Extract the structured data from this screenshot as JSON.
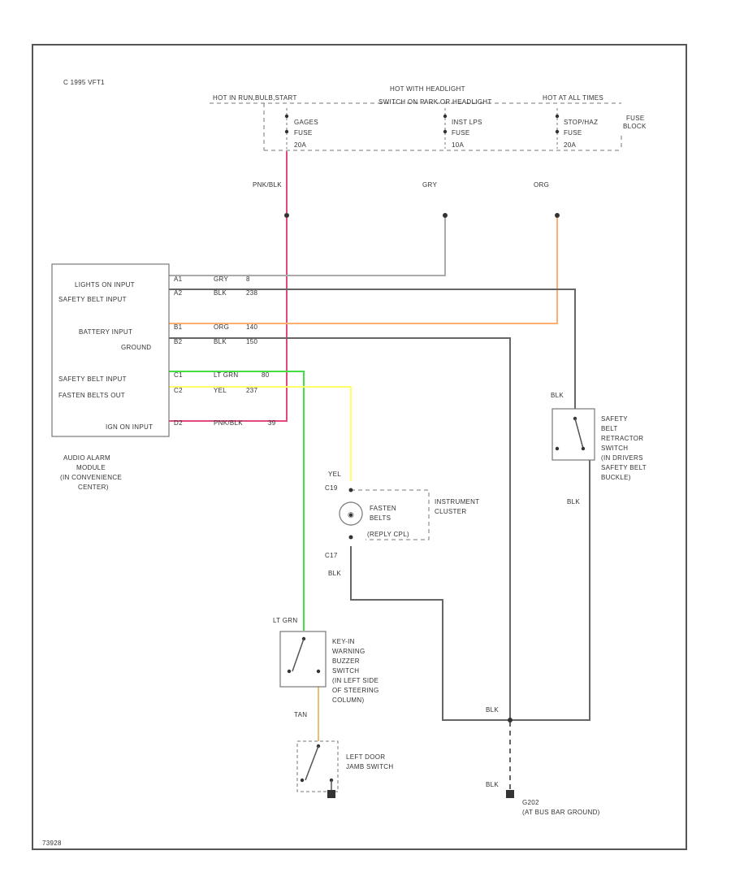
{
  "copyright": "C 1995 VFT1",
  "fuse_block": {
    "label": [
      "FUSE",
      "BLOCK"
    ],
    "headers": [
      "HOT IN RUN,BULB,START",
      "HOT WITH HEADLIGHT",
      "SWITCH ON PARK OR HEADLIGHT",
      "HOT AT ALL TIMES"
    ],
    "fuses": [
      {
        "name": "GAGES",
        "word": "FUSE",
        "amps": "20A"
      },
      {
        "name": "INST LPS",
        "word": "FUSE",
        "amps": "10A"
      },
      {
        "name": "STOP/HAZ",
        "word": "FUSE",
        "amps": "20A"
      }
    ]
  },
  "wire_labels": {
    "pnk_blk": "PNK/BLK",
    "gry": "GRY",
    "org": "ORG",
    "yel": "YEL",
    "blk_cluster": "BLK",
    "lt_grn": "LT GRN",
    "tan": "TAN",
    "blk_ret_top": "BLK",
    "blk_ret_bottom": "BLK",
    "blk_ground_top": "BLK",
    "blk_ground_bottom": "BLK"
  },
  "module": {
    "inputs": [
      "LIGHTS ON INPUT",
      "SAFETY BELT INPUT",
      "BATTERY INPUT",
      "GROUND",
      "SAFETY BELT INPUT",
      "FASTEN BELTS OUT",
      "IGN ON INPUT"
    ],
    "pins": [
      "A1",
      "A2",
      "B1",
      "B2",
      "C1",
      "C2",
      "D2"
    ],
    "pin_wires": [
      {
        "color": "GRY",
        "circuit": "8"
      },
      {
        "color": "BLK",
        "circuit": "238"
      },
      {
        "color": "ORG",
        "circuit": "140"
      },
      {
        "color": "BLK",
        "circuit": "150"
      },
      {
        "color": "LT GRN",
        "circuit": "80"
      },
      {
        "color": "YEL",
        "circuit": "237"
      },
      {
        "color": "PNK/BLK",
        "circuit": "39"
      }
    ],
    "caption": [
      "AUDIO ALARM",
      "MODULE",
      "(IN CONVENIENCE",
      "CENTER)"
    ]
  },
  "cluster": {
    "lamp_text": [
      "FASTEN",
      "BELTS"
    ],
    "lamp_suffix": "(REPLY CPL)",
    "connector_in": "C19",
    "connector_out": "C17",
    "label": [
      "INSTRUMENT",
      "CLUSTER"
    ]
  },
  "retractor_switch": {
    "label": [
      "SAFETY",
      "BELT",
      "RETRACTOR",
      "SWITCH",
      "(IN DRIVERS",
      "SAFETY BELT",
      "BUCKLE)"
    ]
  },
  "key_switch": {
    "label": [
      "KEY-IN",
      "WARNING",
      "BUZZER",
      "SWITCH",
      "(IN LEFT SIDE",
      "OF STEERING",
      "COLUMN)"
    ]
  },
  "door_switch": {
    "label": [
      "LEFT DOOR",
      "JAMB SWITCH"
    ]
  },
  "ground": {
    "id": "G202",
    "desc": "(AT BUS BAR GROUND)"
  },
  "figure_id": "73928",
  "colors": {
    "pnk_blk": "#e24a7c",
    "gry": "#aaaaaa",
    "org": "#ffb070",
    "blk": "#666666",
    "lt_grn": "#44dd44",
    "yel": "#ffff66",
    "tan": "#e8c26c"
  }
}
